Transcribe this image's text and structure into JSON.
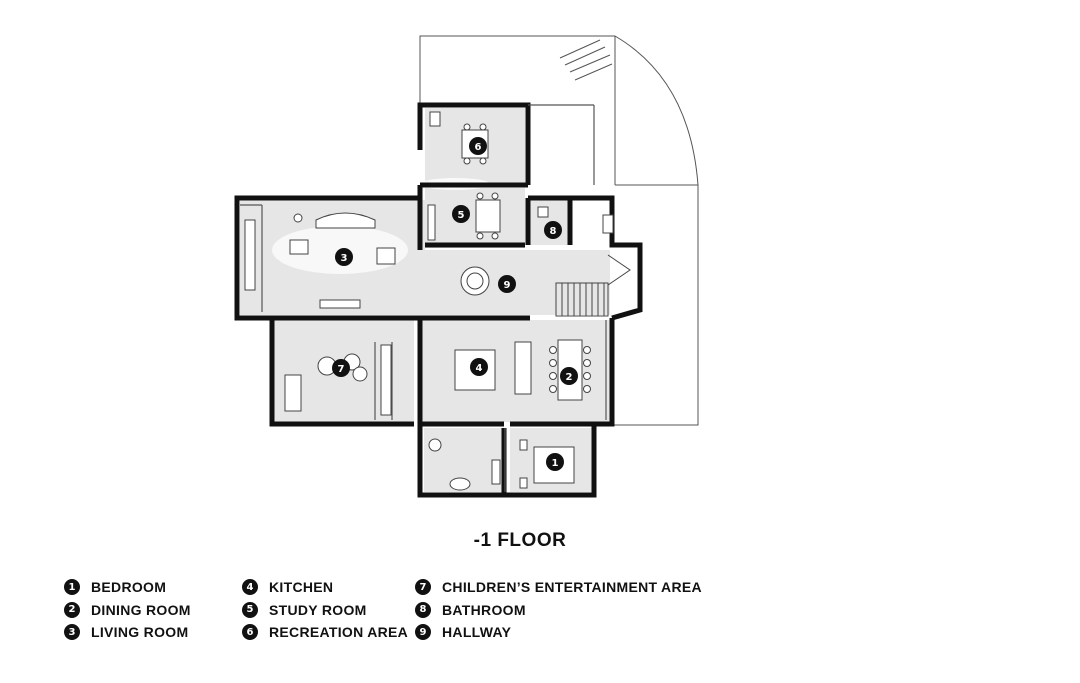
{
  "floor_title": "-1 FLOOR",
  "colors": {
    "wall": "#111111",
    "floor": "#e6e6e6",
    "line": "#555555",
    "marker": "#111111"
  },
  "room_markers": [
    "1",
    "2",
    "3",
    "4",
    "5",
    "6",
    "7",
    "8",
    "9"
  ],
  "legend": [
    {
      "num": "1",
      "label": "BEDROOM"
    },
    {
      "num": "2",
      "label": "DINING ROOM"
    },
    {
      "num": "3",
      "label": "LIVING ROOM"
    },
    {
      "num": "4",
      "label": "KITCHEN"
    },
    {
      "num": "5",
      "label": "STUDY ROOM"
    },
    {
      "num": "6",
      "label": "RECREATION AREA"
    },
    {
      "num": "7",
      "label": "CHILDREN’S ENTERTAINMENT AREA"
    },
    {
      "num": "8",
      "label": "BATHROOM"
    },
    {
      "num": "9",
      "label": "HALLWAY"
    }
  ]
}
